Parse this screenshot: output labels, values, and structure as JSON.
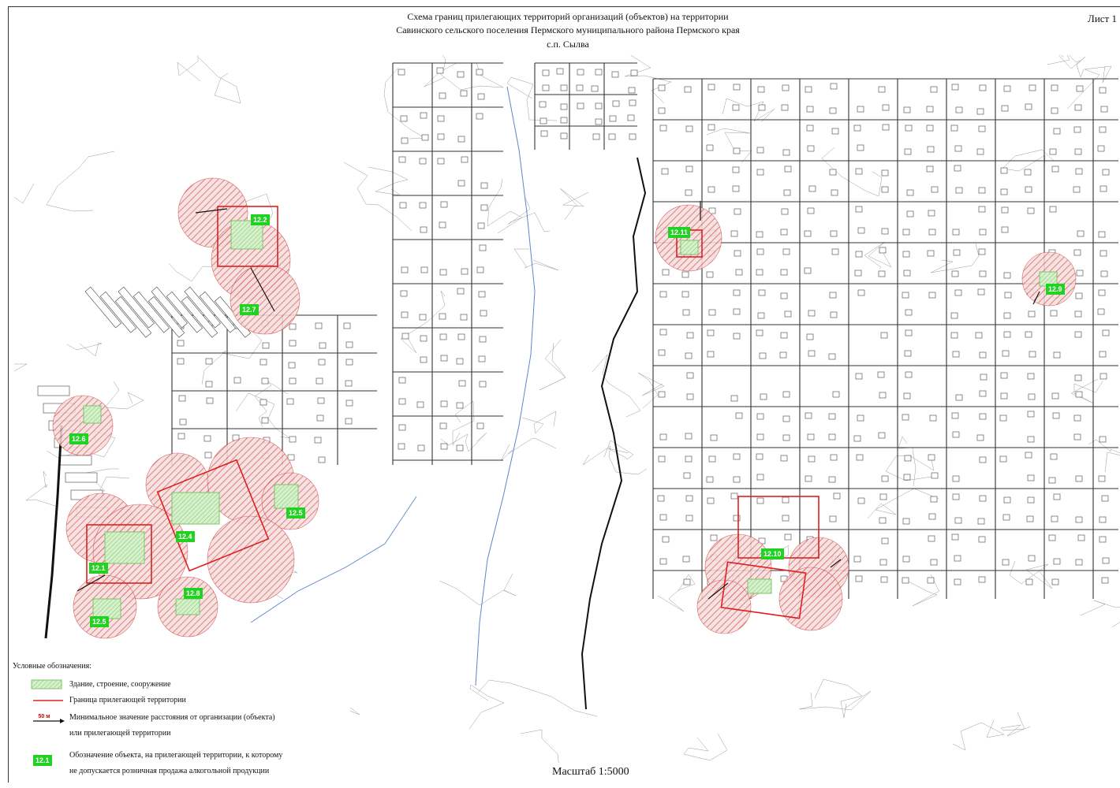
{
  "header": {
    "title_line1": "Схема границ прилегающих территорий организаций (объектов) на территории",
    "title_line2": "Савинского сельского поселения Пермского муниципального района Пермского края",
    "title_line3": "с.п. Сылва",
    "sheet": "Лист 1"
  },
  "objects": [
    {
      "id": "12.2",
      "label": "12.2"
    },
    {
      "id": "12.7",
      "label": "12.7"
    },
    {
      "id": "12.6",
      "label": "12.6"
    },
    {
      "id": "12.4",
      "label": "12.4"
    },
    {
      "id": "12.5a",
      "label": "12.5"
    },
    {
      "id": "12.1",
      "label": "12.1"
    },
    {
      "id": "12.8",
      "label": "12.8"
    },
    {
      "id": "12.5b",
      "label": "12.5"
    },
    {
      "id": "12.11",
      "label": "12.11"
    },
    {
      "id": "12.9",
      "label": "12.9"
    },
    {
      "id": "12.10",
      "label": "12.10"
    }
  ],
  "legend": {
    "heading": "Условные обозначения:",
    "building": "Здание, строение, сооружение",
    "boundary": "Граница прилегающей территории",
    "distance_sample": "50 м",
    "distance_line1": "Минимальное значение расстояния от организации (объекта)",
    "distance_line2": "или прилегающей территории",
    "object_sample": "12.1",
    "object_line1": "Обозначение объекта, на прилегающей территории, к которому",
    "object_line2": "не допускается розничная продажа алкогольной продукции"
  },
  "scale": "Масштаб 1:5000",
  "colors": {
    "hatch": "#d44a4a",
    "boundary": "#e02020",
    "label_bg": "#22d222",
    "building": "#9ed68e"
  }
}
